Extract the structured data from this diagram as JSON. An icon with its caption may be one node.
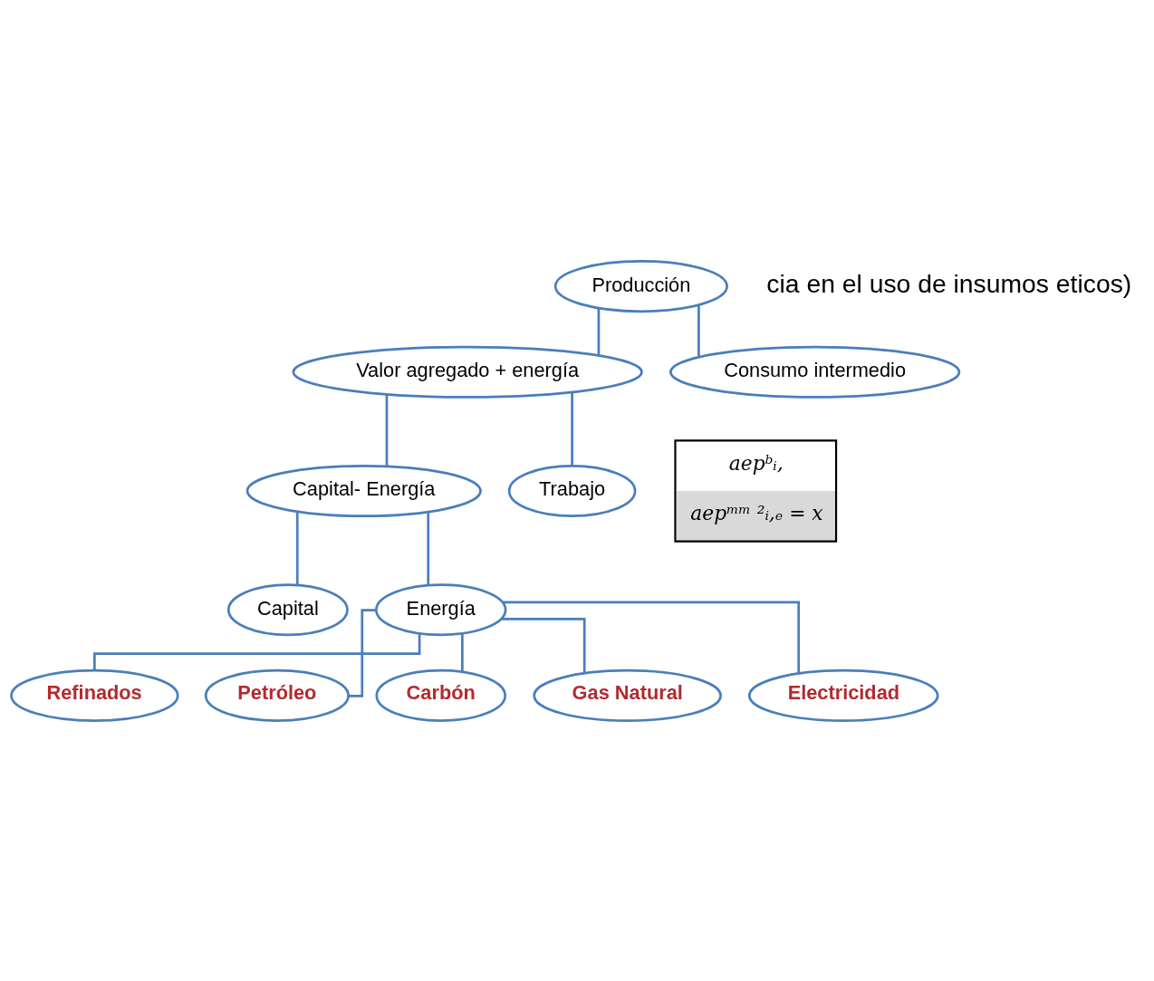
{
  "diagram": {
    "nodes": [
      {
        "text": [
          "Producción"
        ]
      },
      {
        "text": [
          "Valor agregado + energía"
        ]
      },
      {
        "text": [
          "Consumo intermedio"
        ]
      },
      {
        "text": [
          "Capital- Energía"
        ]
      },
      {
        "text": [
          "Trabajo"
        ]
      },
      {
        "text": [
          "Capital"
        ]
      },
      {
        "text": [
          "Energía"
        ]
      },
      {
        "text": [
          "Refinados"
        ]
      },
      {
        "text": [
          "Petróleo"
        ]
      },
      {
        "text": [
          "Carbón"
        ]
      },
      {
        "text": [
          "Gas Natural"
        ]
      },
      {
        "text": [
          "Electricidad"
        ]
      },
      {
        "text": [
          "aepᵇᵢ,",
          "aepᵐᵐ ²ᵢ,ₑ = x"
        ]
      }
    ],
    "edges": [
      {
        "from": 0,
        "to": 1,
        "arrow": "none"
      },
      {
        "from": 0,
        "to": 2,
        "arrow": "none"
      },
      {
        "from": 1,
        "to": 3,
        "arrow": "none"
      },
      {
        "from": 1,
        "to": 4,
        "arrow": "none"
      },
      {
        "from": 3,
        "to": 5,
        "arrow": "none"
      },
      {
        "from": 3,
        "to": 6,
        "arrow": "none"
      },
      {
        "from": 6,
        "to": 7,
        "arrow": "none"
      },
      {
        "from": 6,
        "to": 8,
        "arrow": "none"
      },
      {
        "from": 6,
        "to": 9,
        "arrow": "none"
      },
      {
        "from": 6,
        "to": 10,
        "arrow": "none"
      },
      {
        "from": 6,
        "to": 11,
        "arrow": "none"
      }
    ],
    "labels": [
      "cia en el uso de insumos eticos)"
    ]
  }
}
